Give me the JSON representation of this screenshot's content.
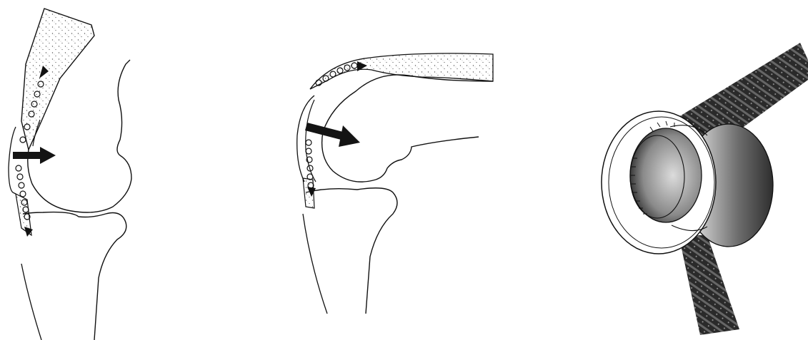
{
  "figure": {
    "panels": [
      {
        "id": "knee-extended",
        "depicts": [
          "femur",
          "tibia",
          "quadriceps-tendon",
          "patellar-tendon",
          "spring-mechanism",
          "force-arrow"
        ]
      },
      {
        "id": "knee-flexed",
        "depicts": [
          "femur",
          "tibia",
          "quadriceps-tendon",
          "patellar-tendon",
          "spring-mechanism",
          "force-arrow"
        ]
      },
      {
        "id": "pulley",
        "depicts": [
          "pulley-wheel",
          "rope",
          "disc-hub"
        ]
      }
    ],
    "colors": {
      "line": "#111111",
      "stipple": "#555555",
      "arrow": "#141414",
      "background": "#ffffff"
    }
  }
}
